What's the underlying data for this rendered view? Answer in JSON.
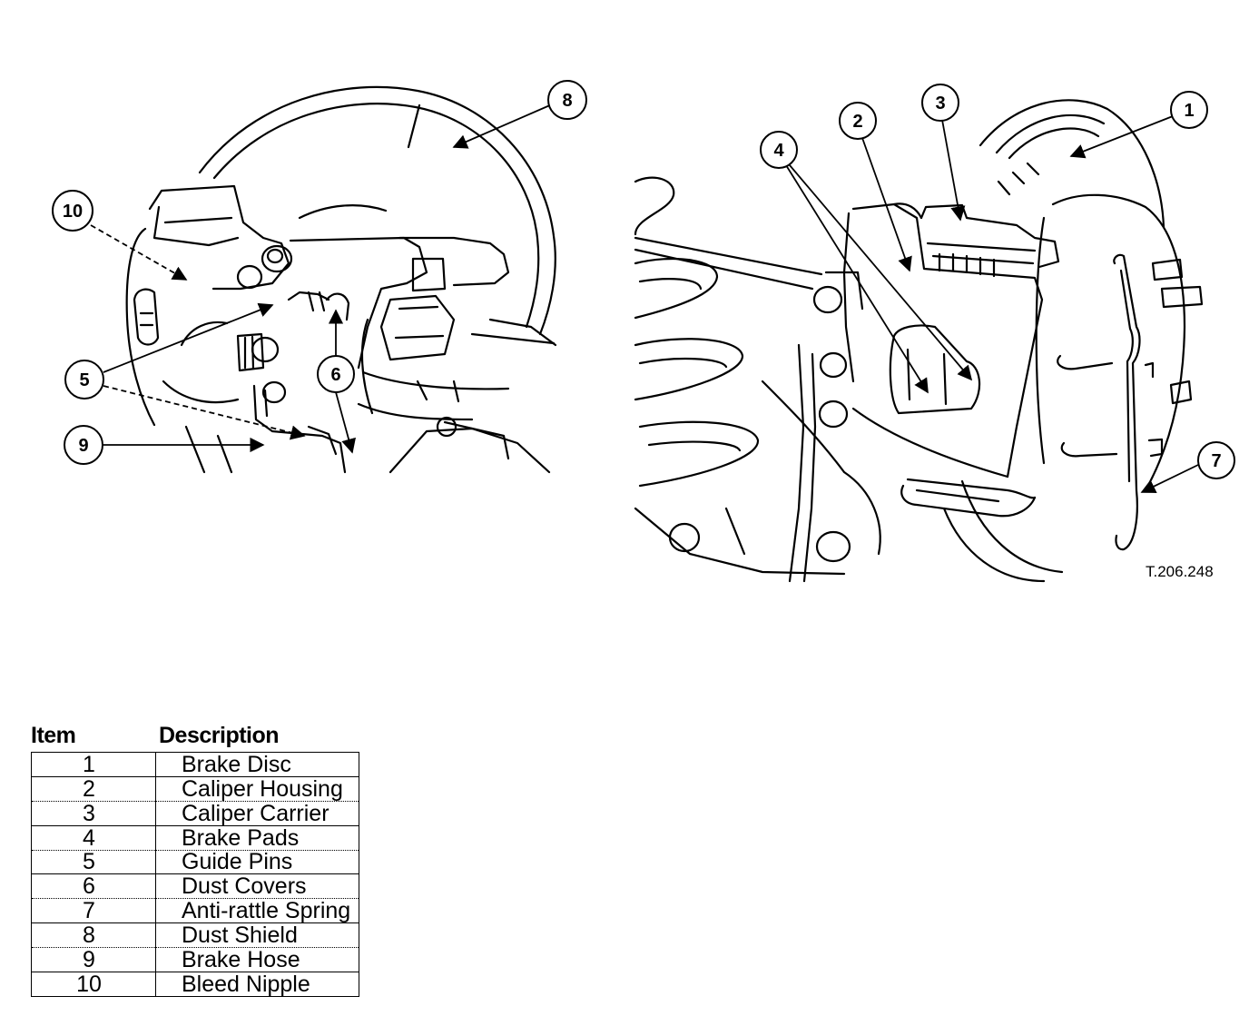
{
  "figure": {
    "reference": "T.206.248",
    "callouts": [
      "1",
      "2",
      "3",
      "4",
      "5",
      "6",
      "7",
      "8",
      "9",
      "10"
    ]
  },
  "legend": {
    "headers": {
      "item": "Item",
      "description": "Description"
    },
    "rows": [
      {
        "item": "1",
        "description": "Brake Disc"
      },
      {
        "item": "2",
        "description": "Caliper Housing"
      },
      {
        "item": "3",
        "description": "Caliper Carrier"
      },
      {
        "item": "4",
        "description": "Brake Pads"
      },
      {
        "item": "5",
        "description": "Guide Pins"
      },
      {
        "item": "6",
        "description": "Dust Covers"
      },
      {
        "item": "7",
        "description": "Anti-rattle Spring"
      },
      {
        "item": "8",
        "description": "Dust Shield"
      },
      {
        "item": "9",
        "description": "Brake Hose"
      },
      {
        "item": "10",
        "description": "Bleed Nipple"
      }
    ]
  }
}
